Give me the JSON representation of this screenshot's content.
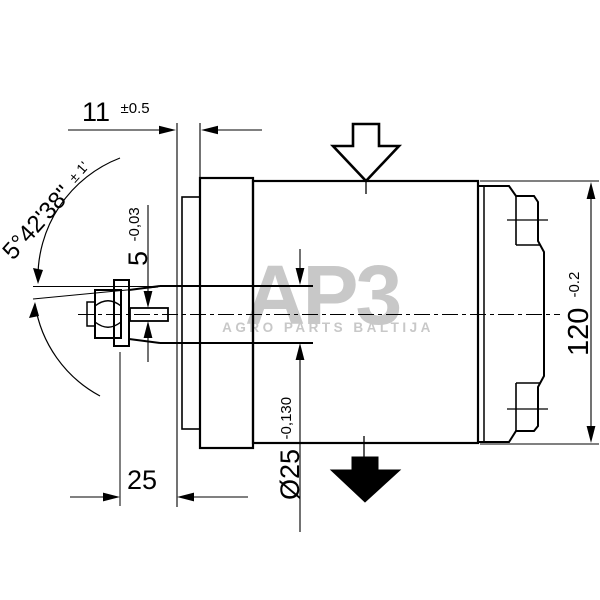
{
  "watermark": {
    "logo": "AP3",
    "subtitle": "AGRO PARTS BALTIJA",
    "color": "#c8c8c8"
  },
  "dimensions": {
    "flange_thickness": {
      "value": "11",
      "tolerance": "±0.5"
    },
    "taper_angle": {
      "value": "5°42'38\"",
      "tolerance": "± 1'"
    },
    "key_width": {
      "value": "5",
      "tolerance": "-0,03"
    },
    "shaft_diameter": {
      "value": "Ø25",
      "tolerance": "-0,130"
    },
    "body_height": {
      "value": "120",
      "tolerance": "-0.2"
    },
    "shaft_length": {
      "value": "25"
    }
  },
  "colors": {
    "line": "#000000",
    "background": "#ffffff",
    "watermark": "#c8c8c8"
  }
}
